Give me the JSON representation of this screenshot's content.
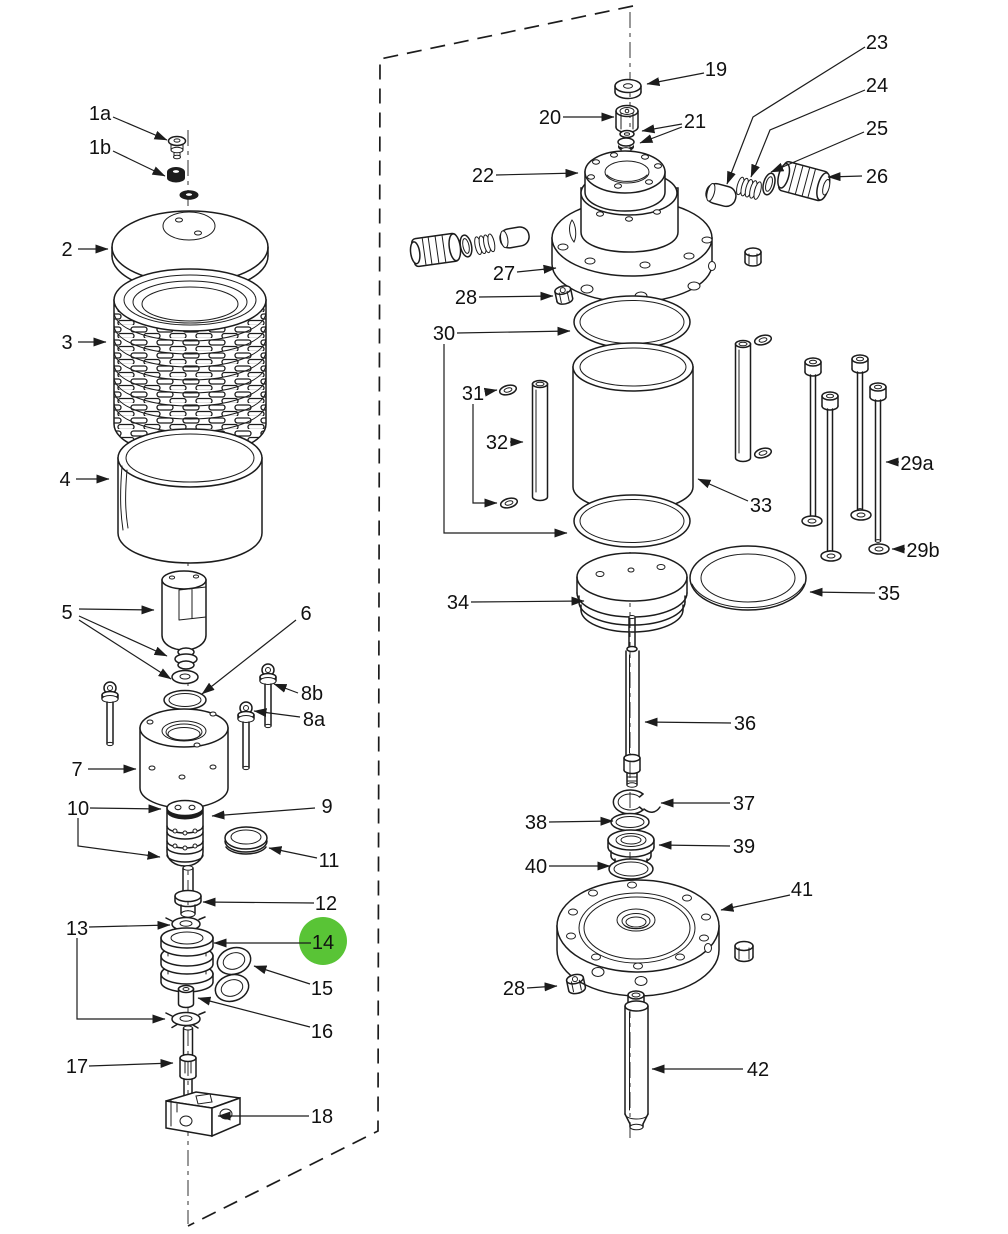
{
  "figure": {
    "kind": "exploded-parts-diagram",
    "background_color": "#ffffff",
    "line_color": "#1c1c1c",
    "highlight_color": "#59c436",
    "highlighted_callout": "14"
  },
  "callouts": {
    "c1a": "1a",
    "c1b": "1b",
    "c2": "2",
    "c3": "3",
    "c4": "4",
    "c5": "5",
    "c6": "6",
    "c7": "7",
    "c8b": "8b",
    "c8a": "8a",
    "c9": "9",
    "c10": "10",
    "c11": "11",
    "c12": "12",
    "c13": "13",
    "c14": "14",
    "c15": "15",
    "c16": "16",
    "c17": "17",
    "c18": "18",
    "c19": "19",
    "c20": "20",
    "c21": "21",
    "c22": "22",
    "c23": "23",
    "c24": "24",
    "c25": "25",
    "c26": "26",
    "c27": "27",
    "c28_top": "28",
    "c28_bottom": "28",
    "c29a": "29a",
    "c29b": "29b",
    "c30": "30",
    "c31": "31",
    "c32": "32",
    "c33": "33",
    "c34": "34",
    "c35": "35",
    "c36": "36",
    "c37": "37",
    "c38": "38",
    "c39": "39",
    "c40": "40",
    "c41": "41",
    "c42": "42"
  }
}
